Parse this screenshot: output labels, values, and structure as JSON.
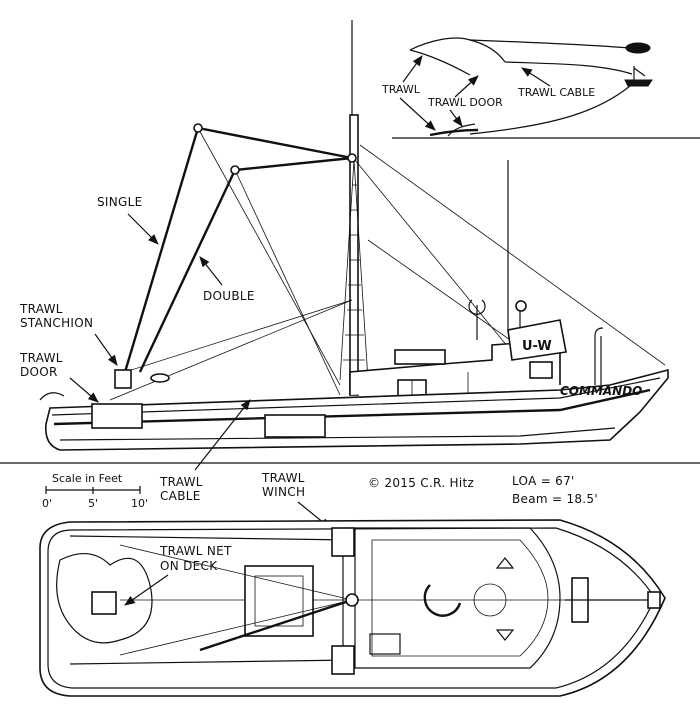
{
  "top_diagram": {
    "trawl": "TRAWL",
    "trawl_door": "TRAWL DOOR",
    "trawl_cable": "TRAWL CABLE"
  },
  "profile": {
    "single": "SINGLE",
    "double": "DOUBLE",
    "trawl_stanchion": [
      "TRAWL",
      "STANCHION"
    ],
    "trawl_door": [
      "TRAWL",
      "DOOR"
    ],
    "trawl_cable": [
      "TRAWL",
      "CABLE"
    ],
    "trawl_winch": [
      "TRAWL",
      "WINCH"
    ],
    "stack_mark": "U-W",
    "boat_name": "COMMANDO"
  },
  "scale": {
    "title": "Scale in Feet",
    "ticks": [
      "0'",
      "5'",
      "10'"
    ]
  },
  "copyright": "© 2015 C.R. Hitz",
  "specs": {
    "loa": "LOA = 67'",
    "beam": "Beam = 18.5'"
  },
  "plan": {
    "trawl_net": [
      "TRAWL NET",
      "ON DECK"
    ]
  }
}
